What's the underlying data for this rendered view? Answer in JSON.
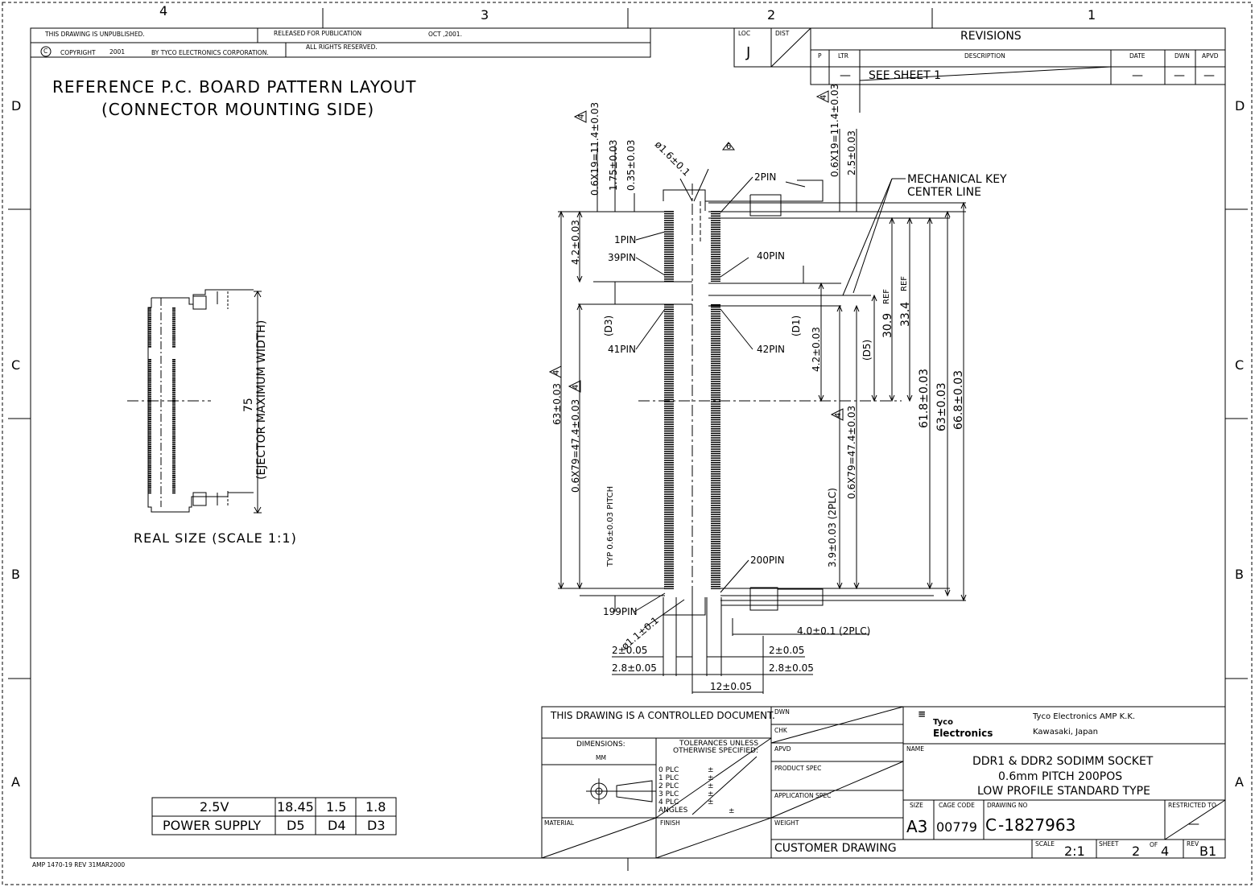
{
  "zones": {
    "top": [
      "4",
      "3",
      "2",
      "1"
    ],
    "side": [
      "D",
      "C",
      "B",
      "A"
    ]
  },
  "header": {
    "unpublished": "THIS DRAWING IS UNPUBLISHED.",
    "released": "RELEASED FOR PUBLICATION",
    "release_date": "OCT ,2001.",
    "copyright_symbol": "C",
    "copyright": "COPYRIGHT",
    "copyright_year": "2001",
    "by": "BY TYCO ELECTRONICS CORPORATION.",
    "rights": "ALL RIGHTS RESERVED.",
    "loc_label": "LOC",
    "loc_value": "J",
    "dist_label": "DIST"
  },
  "revisions": {
    "title": "REVISIONS",
    "headers": [
      "P",
      "LTR",
      "DESCRIPTION",
      "DATE",
      "DWN",
      "APVD"
    ],
    "row": [
      "",
      "—",
      "SEE SHEET 1",
      "—",
      "—",
      "—"
    ]
  },
  "title_left": [
    "REFERENCE P.C. BOARD PATTERN LAYOUT",
    "(CONNECTOR MOUNTING SIDE)"
  ],
  "real_size": {
    "caption": "REAL SIZE (SCALE 1:1)",
    "dim": "75",
    "dim_note": "(EJECTOR MAXIMUM WIDTH)"
  },
  "labels": {
    "pin2": "2PIN",
    "pin1": "1PIN",
    "pin39": "39PIN",
    "pin40": "40PIN",
    "pin41": "41PIN",
    "pin42": "42PIN",
    "pin199": "199PIN",
    "pin200": "200PIN",
    "mech_key": [
      "MECHANICAL KEY",
      "CENTER LINE"
    ],
    "hole16": "ø1.6±0.1",
    "hole11": "ø1.1±0.1",
    "note6": "6",
    "note4": "4",
    "slot": "4.0±0.1 (2PLC)"
  },
  "dims_vertical": {
    "d_0_6x19_l": "0.6X19=11.4±0.03",
    "d_1_75": "1.75±0.03",
    "d_0_35": "0.35±0.03",
    "d_4_2_l": "4.2±0.03",
    "d_d3": "(D3)",
    "d_63_l": "63±0.03",
    "d_0_6x79_l": "0.6X79=47.4±0.03",
    "d_typ": "TYP 0.6±0.03 PITCH",
    "d_0_6x19_r": "0.6X19=11.4±0.03",
    "d_2_5": "2.5±0.03",
    "d_d1": "(D1)",
    "d_4_2_r": "4.2±0.03",
    "d_d5": "(D5)",
    "d_3_9": "3.9±0.03 (2PLC)",
    "d_0_6x79_r": "0.6X79=47.4±0.03",
    "d_30_9": "30.9",
    "d_33_4": "33.4",
    "ref": "REF",
    "d_61_8": "61.8±0.03",
    "d_63_r": "63±0.03",
    "d_66_8": "66.8±0.03"
  },
  "dims_horizontal": {
    "d2l": "2±0.05",
    "d2r": "2±0.05",
    "d28l": "2.8±0.05",
    "d28r": "2.8±0.05",
    "d12": "12±0.05"
  },
  "power_table": {
    "headers": [
      "2.5V",
      "18.45",
      "1.5",
      "1.8"
    ],
    "row": [
      "POWER SUPPLY",
      "D5",
      "D4",
      "D3"
    ]
  },
  "title_block": {
    "controlled": "THIS DRAWING IS A CONTROLLED DOCUMENT.",
    "dimensions": "DIMENSIONS:",
    "mm": "MM",
    "tolerances": [
      "TOLERANCES UNLESS",
      "OTHERWISE SPECIFIED:"
    ],
    "plc": [
      "0 PLC",
      "1 PLC",
      "2 PLC",
      "3 PLC",
      "4 PLC",
      "ANGLES"
    ],
    "plusminus": "±",
    "material": "MATERIAL",
    "finish": "FINISH",
    "dwn": "DWN",
    "chk": "CHK",
    "apvd": "APVD",
    "product_spec": "PRODUCT SPEC",
    "application_spec": "APPLICATION SPEC",
    "weight": "WEIGHT",
    "company": [
      "Tyco",
      "Electronics"
    ],
    "company_name": "Tyco Electronics AMP K.K.",
    "company_city": "Kawasaki, Japan",
    "name_label": "NAME",
    "name": [
      "DDR1 & DDR2 SODIMM SOCKET",
      "0.6mm PITCH 200POS",
      "LOW PROFILE STANDARD TYPE"
    ],
    "size_label": "SIZE",
    "cage_label": "CAGE CODE",
    "dwg_label": "DRAWING NO",
    "restricted_label": "RESTRICTED TO",
    "size": "A3",
    "cage": "00779",
    "dwg_prefix": "C",
    "dwg": "-1827963",
    "restricted": "—",
    "customer": "CUSTOMER DRAWING",
    "scale_label": "SCALE",
    "scale": "2:1",
    "sheet_label": "SHEET",
    "sheet": "2",
    "of": "OF",
    "of_total": "4",
    "rev_label": "REV",
    "rev": "B1"
  },
  "footer": "AMP 1470-19 REV 31MAR2000"
}
